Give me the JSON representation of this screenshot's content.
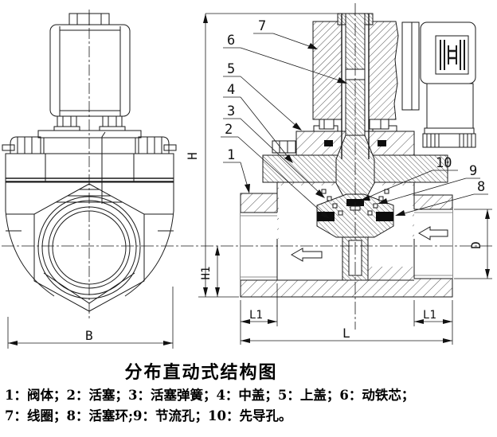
{
  "figure": {
    "title": "分布直动式结构图",
    "caption_line1": "1：阀体；2：活塞；3：活塞弹簧；4：中盖；5：上盖；6：动铁芯；",
    "caption_line2": "7：线圈；8：活塞环;9：节流孔；10：先导孔。"
  },
  "parts": {
    "n1": "1",
    "n2": "2",
    "n3": "3",
    "n4": "4",
    "n5": "5",
    "n6": "6",
    "n7": "7",
    "n8": "8",
    "n9": "9",
    "n10": "10"
  },
  "dims": {
    "H": "H",
    "H1": "H1",
    "B": "B",
    "D": "D",
    "L": "L",
    "L1": "L1"
  },
  "colors": {
    "line": "#1a1a1a",
    "hatch": "#2a2a2a",
    "seal": "#0d0d0d",
    "background": "#ffffff"
  }
}
